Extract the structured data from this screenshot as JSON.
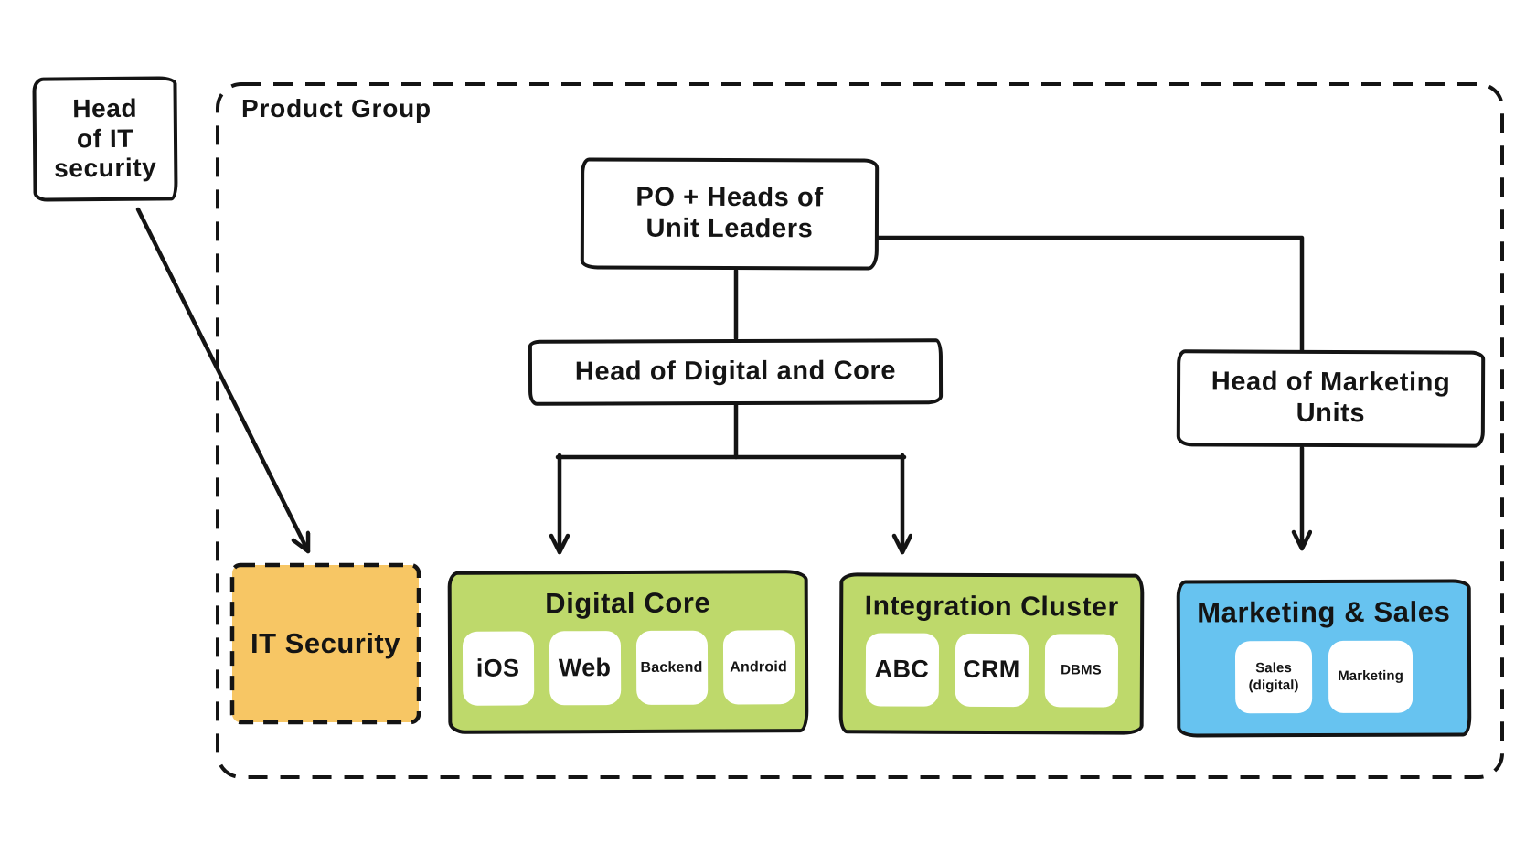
{
  "diagram": {
    "external_node": {
      "lines": [
        "Head",
        "of IT",
        "security"
      ]
    },
    "container": {
      "label": "Product Group"
    },
    "nodes": {
      "po": {
        "line1": "PO + Heads of",
        "line2": "Unit Leaders"
      },
      "head_digital_core": {
        "label": "Head of Digital and Core"
      },
      "head_marketing": {
        "line1": "Head of Marketing",
        "line2": "Units"
      }
    },
    "clusters": {
      "it_security": {
        "title": "IT Security",
        "fill": "#f7c664"
      },
      "digital_core": {
        "title": "Digital Core",
        "fill": "#bed96b",
        "children": [
          "iOS",
          "Web",
          "Backend",
          "Android"
        ]
      },
      "integration_cluster": {
        "title": "Integration Cluster",
        "fill": "#bed96b",
        "children": [
          "ABC",
          "CRM",
          "DBMS"
        ]
      },
      "marketing_sales": {
        "title": "Marketing & Sales",
        "fill": "#67c3f0",
        "children": [
          "Sales (digital)",
          "Marketing"
        ]
      }
    },
    "colors": {
      "ink": "#141414",
      "green": "#bed96b",
      "blue": "#67c3f0",
      "orange": "#f7c664",
      "background": "#ffffff"
    }
  }
}
